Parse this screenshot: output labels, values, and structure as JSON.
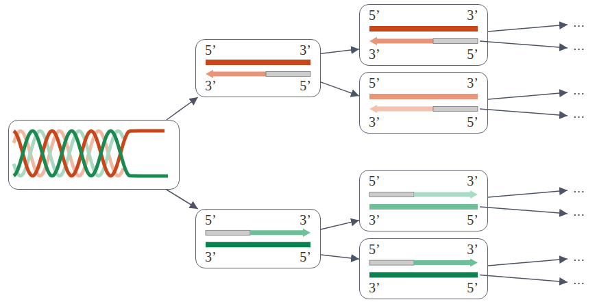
{
  "diagram": {
    "nodes": [
      {
        "text": []
      },
      {
        "text": [
          "5’",
          "3’",
          "3’",
          "5’"
        ]
      },
      {
        "text": [
          "5’",
          "3’",
          "3’",
          "5’"
        ]
      },
      {
        "text": [
          "5’",
          "3’",
          "3’",
          "5’"
        ]
      },
      {
        "text": [
          "5’",
          "3’",
          "3’",
          "5’"
        ]
      },
      {
        "text": [
          "5’",
          "3’",
          "3’",
          "5’"
        ]
      },
      {
        "text": [
          "5’",
          "3’",
          "3’",
          "5’"
        ]
      }
    ],
    "edges": [
      {
        "from": 0,
        "to": 1,
        "arrow": "to"
      },
      {
        "from": 0,
        "to": 4,
        "arrow": "to"
      },
      {
        "from": 1,
        "to": 2,
        "arrow": "to"
      },
      {
        "from": 1,
        "to": 3,
        "arrow": "to"
      },
      {
        "from": 4,
        "to": 5,
        "arrow": "to"
      },
      {
        "from": 4,
        "to": 6,
        "arrow": "to"
      }
    ],
    "labels": [
      "…",
      "…",
      "…",
      "…",
      "…",
      "…",
      "…",
      "…"
    ]
  }
}
